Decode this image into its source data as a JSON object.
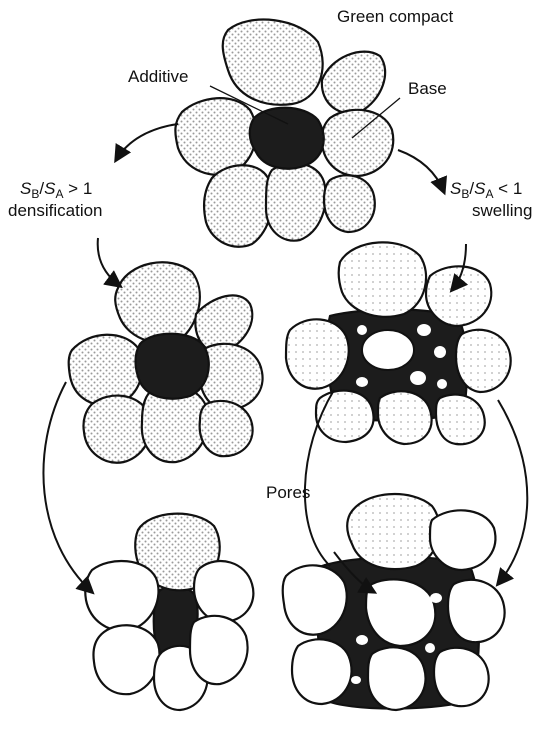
{
  "labels": {
    "green_compact": "Green compact",
    "additive": "Additive",
    "base": "Base",
    "left_condition": {
      "s1": "S",
      "sub1": "B",
      "slash": "/",
      "s2": "S",
      "sub2": "A",
      "rel": " > 1",
      "result": "densification"
    },
    "right_condition": {
      "s1": "S",
      "sub1": "B",
      "slash": "/",
      "s2": "S",
      "sub2": "A",
      "rel": " < 1",
      "result": "swelling"
    },
    "pores": "Pores"
  },
  "colors": {
    "additive": "#1c1c1c",
    "stipple": "#bdbdbd",
    "outline": "#111111"
  }
}
